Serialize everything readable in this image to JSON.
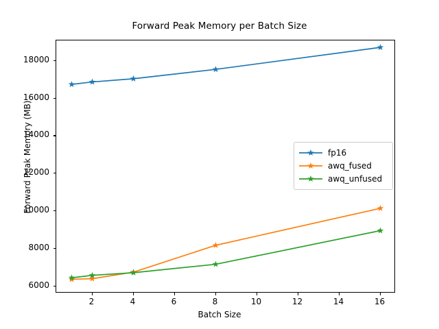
{
  "chart_data": {
    "type": "line",
    "title": "Forward Peak Memory per Batch Size",
    "xlabel": "Batch Size",
    "ylabel": "Forward Peak Memory (MB)",
    "x": [
      1,
      2,
      4,
      8,
      16
    ],
    "xlim": [
      0.25,
      16.75
    ],
    "ylim": [
      5620,
      19090
    ],
    "xticks": [
      2,
      4,
      6,
      8,
      10,
      12,
      14,
      16
    ],
    "xtick_labels": [
      "2",
      "4",
      "6",
      "8",
      "10",
      "12",
      "14",
      "16"
    ],
    "yticks": [
      6000,
      8000,
      10000,
      12000,
      14000,
      16000,
      18000
    ],
    "ytick_labels": [
      "6000",
      "8000",
      "10000",
      "12000",
      "14000",
      "16000",
      "18000"
    ],
    "grid": false,
    "legend_position": "center right",
    "marker": "star",
    "series": [
      {
        "name": "fp16",
        "color": "#1f77b4",
        "values": [
          16750,
          16880,
          17050,
          17550,
          18720
        ]
      },
      {
        "name": "awq_fused",
        "color": "#ff7f0e",
        "values": [
          6370,
          6400,
          6750,
          8180,
          10150
        ]
      },
      {
        "name": "awq_unfused",
        "color": "#2ca02c",
        "values": [
          6450,
          6580,
          6720,
          7170,
          8960
        ]
      }
    ]
  },
  "figure": {
    "background": "#ffffff",
    "axes_color": "#000000",
    "legend_border": "#cccccc"
  }
}
